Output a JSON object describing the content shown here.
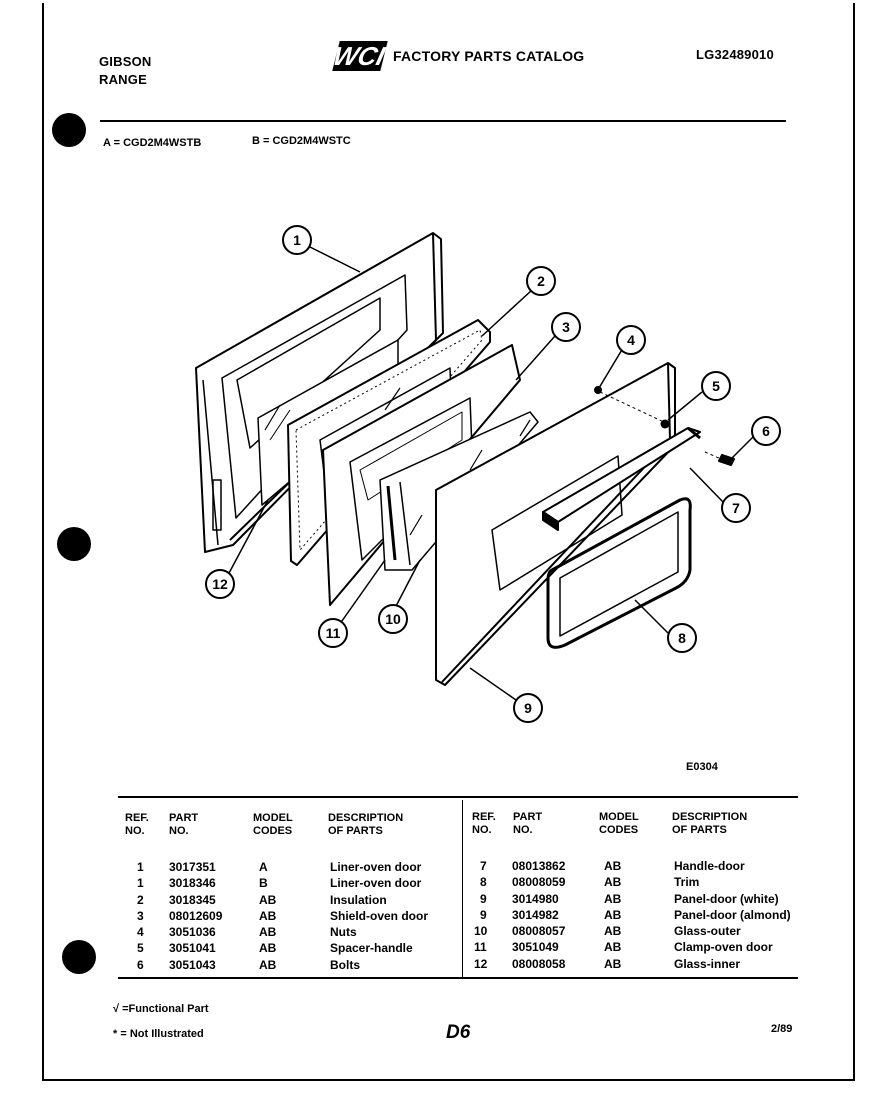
{
  "header": {
    "brand": "GIBSON",
    "product": "RANGE",
    "logo_text": "WCI",
    "catalog_title": "FACTORY PARTS CATALOG",
    "catalog_number": "LG32489010"
  },
  "models": {
    "a": "A = CGD2M4WSTB",
    "b": "B = CGD2M4WSTC"
  },
  "diagram": {
    "code": "E0304",
    "callouts": [
      "1",
      "2",
      "3",
      "4",
      "5",
      "6",
      "7",
      "8",
      "9",
      "10",
      "11",
      "12"
    ]
  },
  "table": {
    "headers": {
      "ref": [
        "REF.",
        "NO."
      ],
      "part": [
        "PART",
        "NO."
      ],
      "model": [
        "MODEL",
        "CODES"
      ],
      "desc": [
        "DESCRIPTION",
        "OF PARTS"
      ]
    },
    "left_rows": [
      {
        "ref": "1",
        "part": "3017351",
        "model": "A",
        "desc": "Liner-oven door"
      },
      {
        "ref": "1",
        "part": "3018346",
        "model": "B",
        "desc": "Liner-oven door"
      },
      {
        "ref": "2",
        "part": "3018345",
        "model": "AB",
        "desc": "Insulation"
      },
      {
        "ref": "3",
        "part": "08012609",
        "model": "AB",
        "desc": "Shield-oven door"
      },
      {
        "ref": "4",
        "part": "3051036",
        "model": "AB",
        "desc": "Nuts"
      },
      {
        "ref": "5",
        "part": "3051041",
        "model": "AB",
        "desc": "Spacer-handle"
      },
      {
        "ref": "6",
        "part": "3051043",
        "model": "AB",
        "desc": "Bolts"
      }
    ],
    "right_rows": [
      {
        "ref": "7",
        "part": "08013862",
        "model": "AB",
        "desc": "Handle-door"
      },
      {
        "ref": "8",
        "part": "08008059",
        "model": "AB",
        "desc": "Trim"
      },
      {
        "ref": "9",
        "part": "3014980",
        "model": "AB",
        "desc": "Panel-door (white)"
      },
      {
        "ref": "9",
        "part": "3014982",
        "model": "AB",
        "desc": "Panel-door (almond)"
      },
      {
        "ref": "10",
        "part": "08008057",
        "model": "AB",
        "desc": "Glass-outer"
      },
      {
        "ref": "11",
        "part": "3051049",
        "model": "AB",
        "desc": "Clamp-oven door"
      },
      {
        "ref": "12",
        "part": "08008058",
        "model": "AB",
        "desc": "Glass-inner"
      }
    ]
  },
  "footer": {
    "functional": "√ =Functional Part",
    "not_illustrated": "* = Not Illustrated",
    "page": "D6",
    "date": "2/89"
  }
}
